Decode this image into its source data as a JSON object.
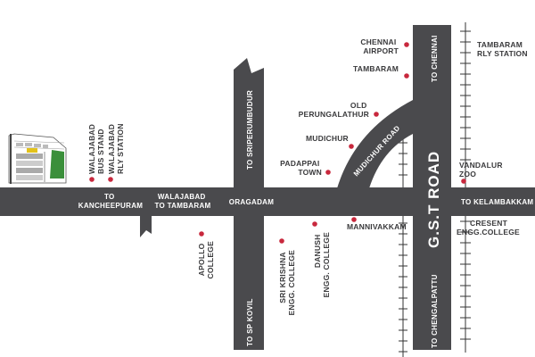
{
  "colors": {
    "road": "#4a4a4d",
    "marker": "#c8283d",
    "text": "#3a3a3c",
    "road_text": "#ffffff",
    "rail": "#333333",
    "site_green": "#3a8f3a",
    "site_yellow": "#e3c21a"
  },
  "roads": {
    "gst": "G.S.T ROAD",
    "mudichur": "MUDICHUR ROAD",
    "to_chennai": "TO CHENNAI",
    "to_chengalpattu": "TO CHENGALPATTU",
    "to_sriperumbudur": "TO SRIPERUMBUDUR",
    "to_sp_kovil": "TO SP KOVIL",
    "to_kelambakkam": "TO KELAMBAKKAM",
    "to_kancheepuram": [
      "TO",
      "KANCHEEPURAM"
    ],
    "walajabad_tambaram": [
      "WALAJABAD",
      "TO TAMBARAM"
    ],
    "oragadam": "ORAGADAM"
  },
  "landmarks": {
    "chennai_airport": [
      "CHENNAI",
      "AIRPORT"
    ],
    "tambaram": "TAMBARAM",
    "tambaram_rly": [
      "TAMBARAM",
      "RLY STATION"
    ],
    "old_perungalathur": [
      "OLD",
      "PERUNGALATHUR"
    ],
    "mudichur": "MUDICHUR",
    "padappai": [
      "PADAPPAI",
      "TOWN"
    ],
    "vandalur_zoo": [
      "VANDALUR",
      "ZOO"
    ],
    "cresent": [
      "CRESENT",
      "ENGG.COLLEGE"
    ],
    "mannivakkam": "MANNIVAKKAM",
    "danush": [
      "DANUSH",
      "ENGG. COLLEGE"
    ],
    "sri_krishna": [
      "SRI KRISHNA",
      "ENGG. COLLEGE"
    ],
    "apollo": [
      "APOLLO",
      "COLLEGE"
    ],
    "walajabad_bus": [
      "WALAJABAD",
      "BUS STAND"
    ],
    "walajabad_rly": [
      "WALAJABAD",
      "RLY STATION"
    ]
  },
  "site_layout_icon": "site-layout-plan"
}
